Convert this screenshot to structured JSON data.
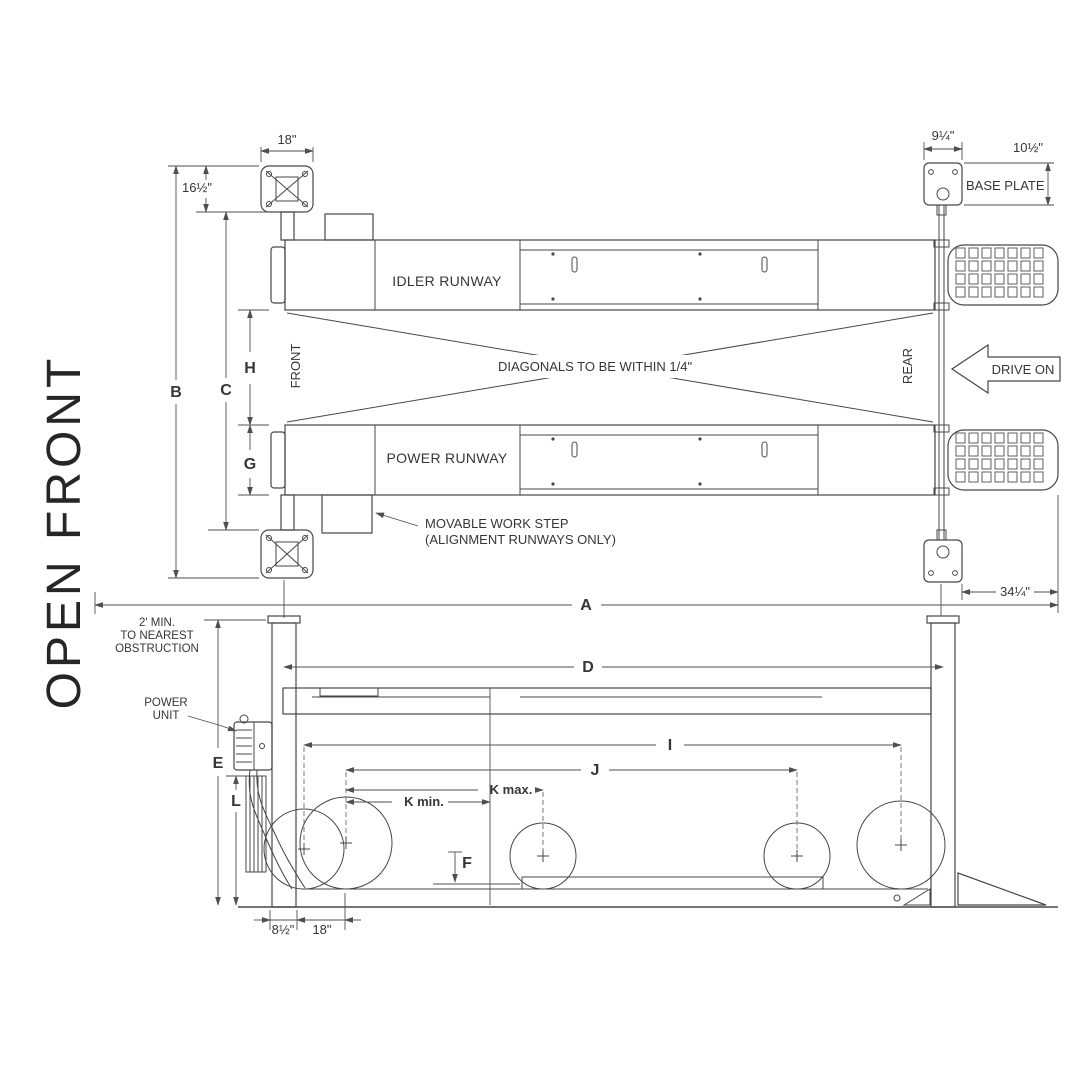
{
  "drawing": {
    "open_front": "OPEN FRONT",
    "plan": {
      "dim_18": "18\"",
      "dim_16_5": "16½\"",
      "dim_9_25": "9¼\"",
      "dim_10_5": "10½\"",
      "base_plate": "BASE PLATE",
      "idler_runway": "IDLER RUNWAY",
      "power_runway": "POWER RUNWAY",
      "front": "FRONT",
      "rear": "REAR",
      "diagonals_note": "DIAGONALS TO BE WITHIN 1/4\"",
      "drive_on": "DRIVE ON",
      "work_step_line1": "MOVABLE WORK STEP",
      "work_step_line2": "(ALIGNMENT RUNWAYS ONLY)",
      "dim_34_25": "34¼\"",
      "dim_a": "A",
      "dim_b": "B",
      "dim_c": "C",
      "dim_g": "G",
      "dim_h": "H"
    },
    "side": {
      "clearance_line1": "2' MIN.",
      "clearance_line2": "TO NEAREST",
      "clearance_line3": "OBSTRUCTION",
      "power_unit_line1": "POWER",
      "power_unit_line2": "UNIT",
      "dim_d": "D",
      "dim_e": "E",
      "dim_f": "F",
      "dim_i": "I",
      "dim_j": "J",
      "dim_k_max": "K max.",
      "dim_k_min": "K min.",
      "dim_l": "L",
      "dim_8_5": "8½\"",
      "dim_18": "18\""
    }
  },
  "colors": {
    "line": "#474747",
    "text": "#363636"
  }
}
